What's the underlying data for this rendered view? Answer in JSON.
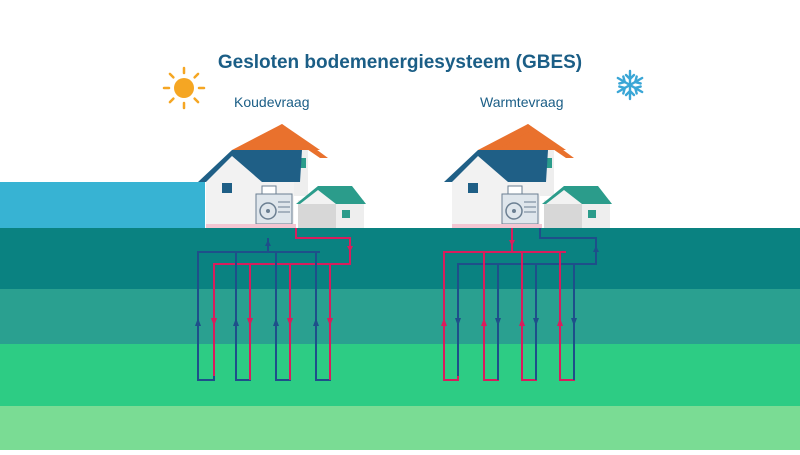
{
  "title": "Gesloten bodemenergiesysteem (GBES)",
  "labels": {
    "cooling": "Koudevraag",
    "heating": "Warmtevraag"
  },
  "icons": {
    "sun": "sun-icon",
    "snow": "snowflake-icon"
  },
  "colors": {
    "title": "#1b5e86",
    "sun": "#f5a623",
    "snow": "#3aa6d6",
    "sky_band": "#37b3d3",
    "layer_1": "#0a8281",
    "layer_2": "#2aa090",
    "layer_3": "#2dcc84",
    "layer_4": "#7adc94",
    "roof_orange": "#e9712d",
    "roof_blue": "#1f5f86",
    "roof_teal": "#2b9c8b",
    "pipe_warm": "#d81d5d",
    "pipe_cold": "#1e4f8a"
  }
}
